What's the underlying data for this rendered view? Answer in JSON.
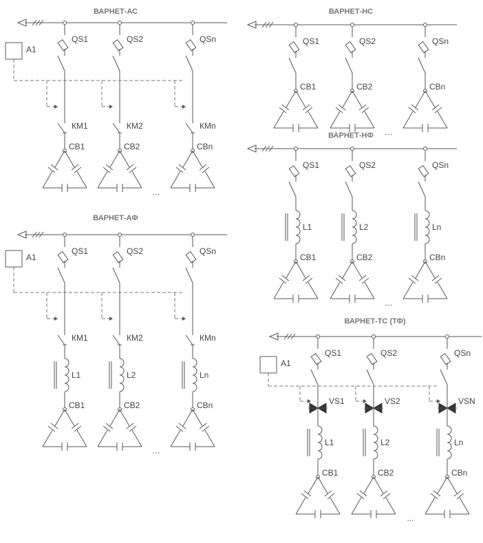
{
  "diagrams": [
    {
      "id": "ac",
      "title": "ВАРНЕТ-АС",
      "controller": "A1",
      "has_contactor": true,
      "has_reactor": false,
      "has_thyristor": false,
      "branches": [
        {
          "qs": "QS1",
          "km": "КМ1",
          "cb": "CB1"
        },
        {
          "qs": "QS2",
          "km": "КМ2",
          "cb": "CB2"
        },
        {
          "qs": "QSn",
          "km": "КМn",
          "cb": "CBn"
        }
      ],
      "ellipsis": "…"
    },
    {
      "id": "af",
      "title": "ВАРНЕТ-АФ",
      "controller": "A1",
      "has_contactor": true,
      "has_reactor": true,
      "has_thyristor": false,
      "branches": [
        {
          "qs": "QS1",
          "km": "КМ1",
          "l": "L1",
          "cb": "CB1"
        },
        {
          "qs": "QS2",
          "km": "КМ2",
          "l": "L2",
          "cb": "CB2"
        },
        {
          "qs": "QSn",
          "km": "КМn",
          "l": "Ln",
          "cb": "CBn"
        }
      ],
      "ellipsis": "…"
    },
    {
      "id": "nc",
      "title": "ВАРНЕТ-НС",
      "has_contactor": false,
      "has_reactor": false,
      "has_thyristor": false,
      "branches": [
        {
          "qs": "QS1",
          "cb": "CB1"
        },
        {
          "qs": "QS2",
          "cb": "CB2"
        },
        {
          "qs": "QSn",
          "cb": "CBn"
        }
      ],
      "ellipsis": "…"
    },
    {
      "id": "nf",
      "title": "ВАРНЕТ-НФ",
      "has_contactor": false,
      "has_reactor": true,
      "has_thyristor": false,
      "branches": [
        {
          "qs": "QS1",
          "l": "L1",
          "cb": "CB1"
        },
        {
          "qs": "QS2",
          "l": "L2",
          "cb": "CB2"
        },
        {
          "qs": "QSn",
          "l": "Ln",
          "cb": "CBn"
        }
      ],
      "ellipsis": "…"
    },
    {
      "id": "tc",
      "title": "ВАРНЕТ-ТС (ТФ)",
      "controller": "A1",
      "has_contactor": false,
      "has_reactor": true,
      "has_thyristor": true,
      "branches": [
        {
          "qs": "QS1",
          "vs": "VS1",
          "l": "L1",
          "cb": "CB1"
        },
        {
          "qs": "QS2",
          "vs": "VS2",
          "l": "L2",
          "cb": "CB2"
        },
        {
          "qs": "QSn",
          "vs": "VSN",
          "l": "Ln",
          "cb": "CBn"
        }
      ],
      "ellipsis": "..."
    }
  ]
}
